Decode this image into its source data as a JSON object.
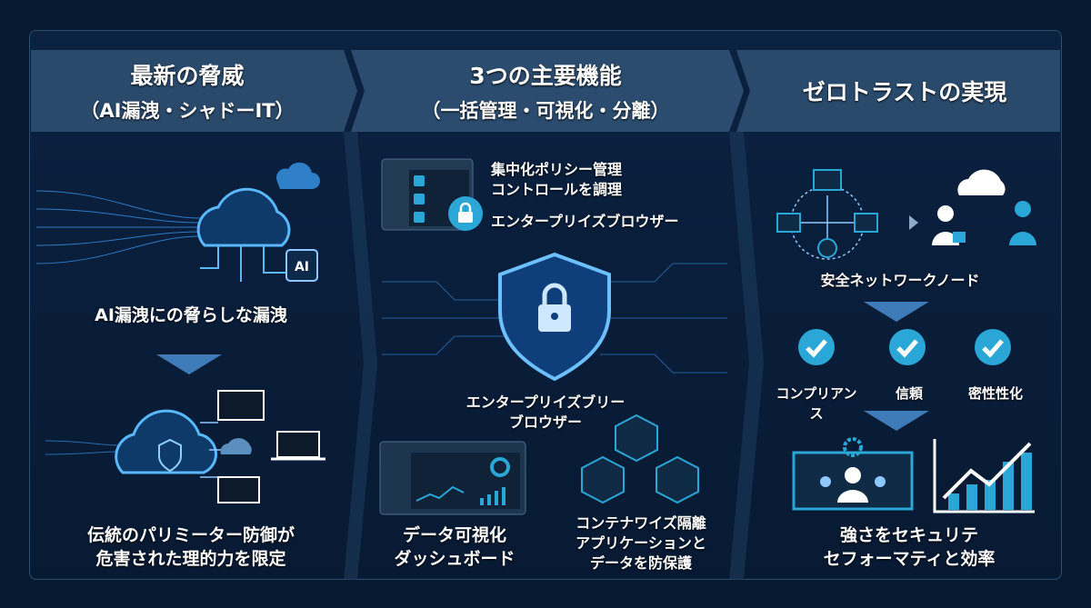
{
  "columns": [
    {
      "title": "最新の脅威",
      "subtitle": "（AI漏洩・シャドーIT）",
      "items": [
        {
          "caption": "AI漏洩にの脅らしな漏洩",
          "icon": "ai-cloud-data-stream-icon"
        },
        {
          "caption_lines": [
            "伝統のパリミーター防御が",
            "危害された理的力を限定"
          ],
          "icon": "cloud-devices-network-icon"
        }
      ],
      "icon_label": "AI"
    },
    {
      "title": "3つの主要機能",
      "subtitle": "（一括管理・可視化・分離）",
      "items": [
        {
          "caption_lines": [
            "集中化ポリシー管理",
            "コントロールを調理"
          ],
          "icon": "policy-checklist-icon"
        },
        {
          "caption": "エンタープリイズブロウザー",
          "icon": "lock-icon"
        },
        {
          "caption_lines": [
            "エンタープリイズブリー",
            "ブロウザー"
          ],
          "icon": "shield-lock-icon"
        },
        {
          "caption_lines": [
            "データ可視化",
            "ダッシュボード"
          ],
          "icon": "dashboard-icon"
        },
        {
          "caption_lines": [
            "コンテナワイズ隔離",
            "アプリケーションと",
            "データを防保護"
          ],
          "icon": "container-cycle-icon"
        }
      ]
    },
    {
      "title": "ゼロトラストの実現",
      "items": [
        {
          "caption": "安全ネットワークノード",
          "icon": "network-nodes-icon"
        },
        {
          "caption": "コンプリアンス",
          "icon": "check-icon"
        },
        {
          "caption": "信頼",
          "icon": "check-icon"
        },
        {
          "caption": "密性性化",
          "icon": "check-icon"
        },
        {
          "caption_lines": [
            "強さをセキュリテ",
            "セフォーマティと効率"
          ],
          "icon": "growth-chart-icon"
        }
      ]
    }
  ],
  "colors": {
    "background": "#071a30",
    "header": "#2a4a6c",
    "accent": "#2aa7d6",
    "glow": "#3fa0ff"
  }
}
